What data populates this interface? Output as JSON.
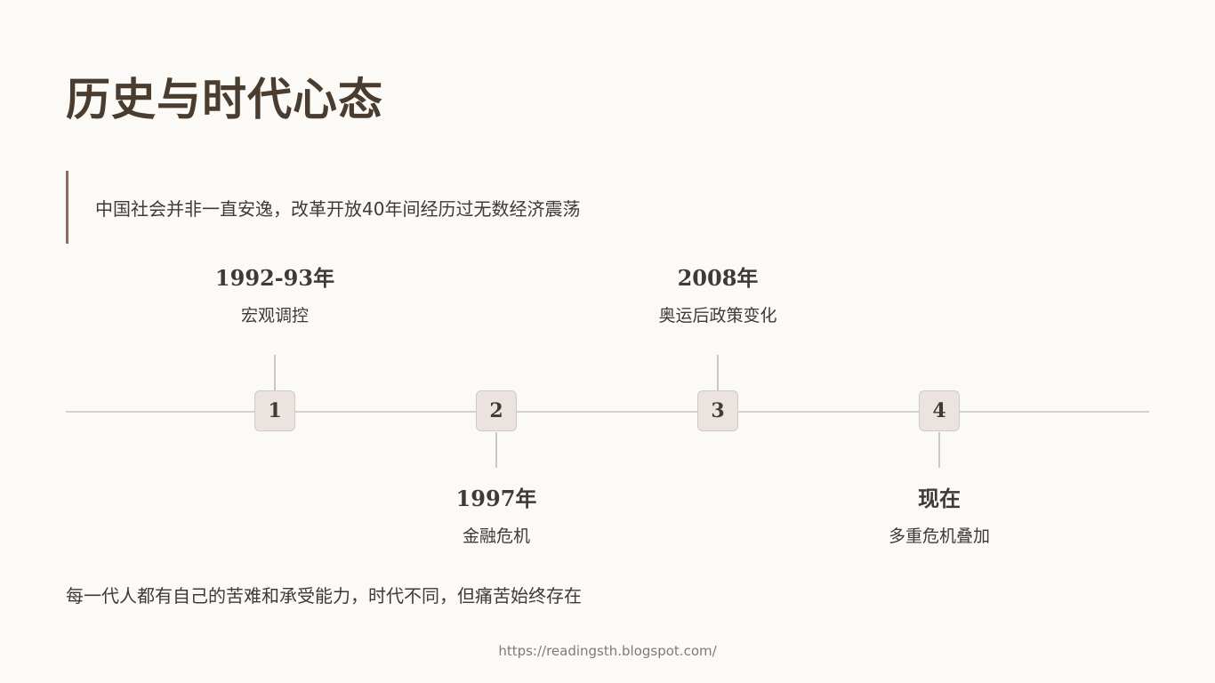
{
  "title": "历史与时代心态",
  "quote": "中国社会并非一直安逸，改革开放40年间经历过无数经济震荡",
  "timeline": [
    {
      "number": "1",
      "year": "1992-93年",
      "desc": "宏观调控",
      "position": "up"
    },
    {
      "number": "2",
      "year": "1997年",
      "desc": "金融危机",
      "position": "down"
    },
    {
      "number": "3",
      "year": "2008年",
      "desc": "奥运后政策变化",
      "position": "up"
    },
    {
      "number": "4",
      "year": "现在",
      "desc": "多重危机叠加",
      "position": "down"
    }
  ],
  "closing": "每一代人都有自己的苦难和承受能力，时代不同，但痛苦始终存在",
  "footer": "https://readingsth.blogspot.com/",
  "colors": {
    "background": "#fcfaf7",
    "title": "#4a3c2e",
    "accent_bar": "#8a6e60",
    "node_fill": "#ebe3e0",
    "axis": "#d9d0cc"
  }
}
